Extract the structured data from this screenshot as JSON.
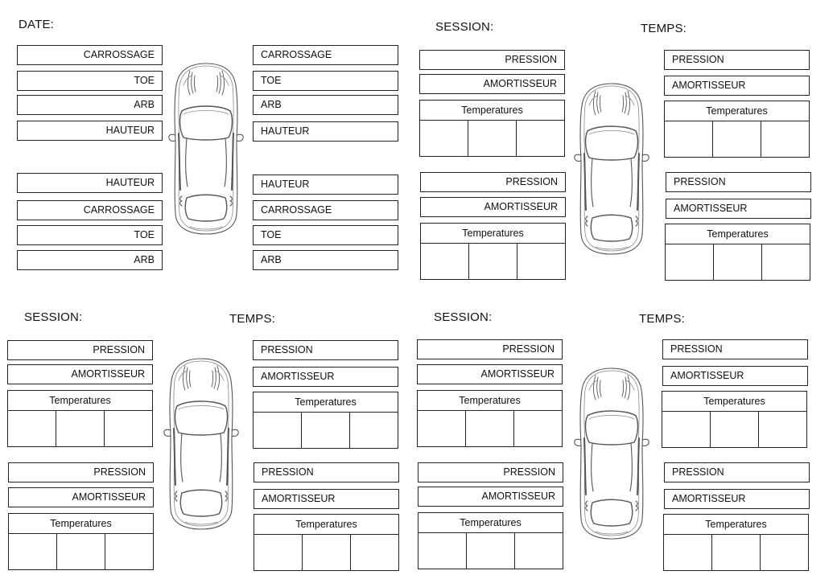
{
  "header": {
    "date_label": "DATE:"
  },
  "labels": {
    "session": "SESSION:",
    "temps": "TEMPS:",
    "carrossage": "CARROSSAGE",
    "toe": "TOE",
    "arb": "ARB",
    "hauteur": "HAUTEUR",
    "pression": "PRESSION",
    "amortisseur": "AMORTISSEUR",
    "temperatures": "Temperatures"
  },
  "icons": {
    "car": "car-top-view-icon"
  }
}
